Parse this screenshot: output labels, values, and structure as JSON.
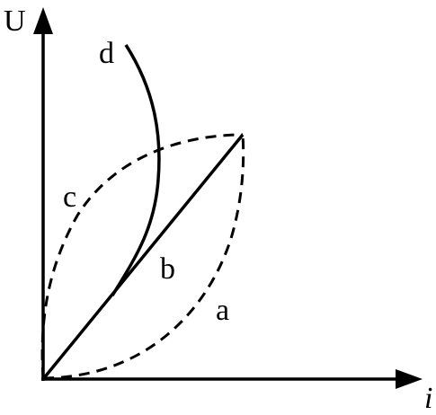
{
  "axes": {
    "y_label": "U",
    "x_label": "i"
  },
  "curves": [
    {
      "label": "a",
      "style": "dashed"
    },
    {
      "label": "b",
      "style": "solid"
    },
    {
      "label": "c",
      "style": "dashed"
    },
    {
      "label": "d",
      "style": "solid"
    }
  ],
  "colors": {
    "ink": "#000000",
    "background": "#ffffff"
  }
}
